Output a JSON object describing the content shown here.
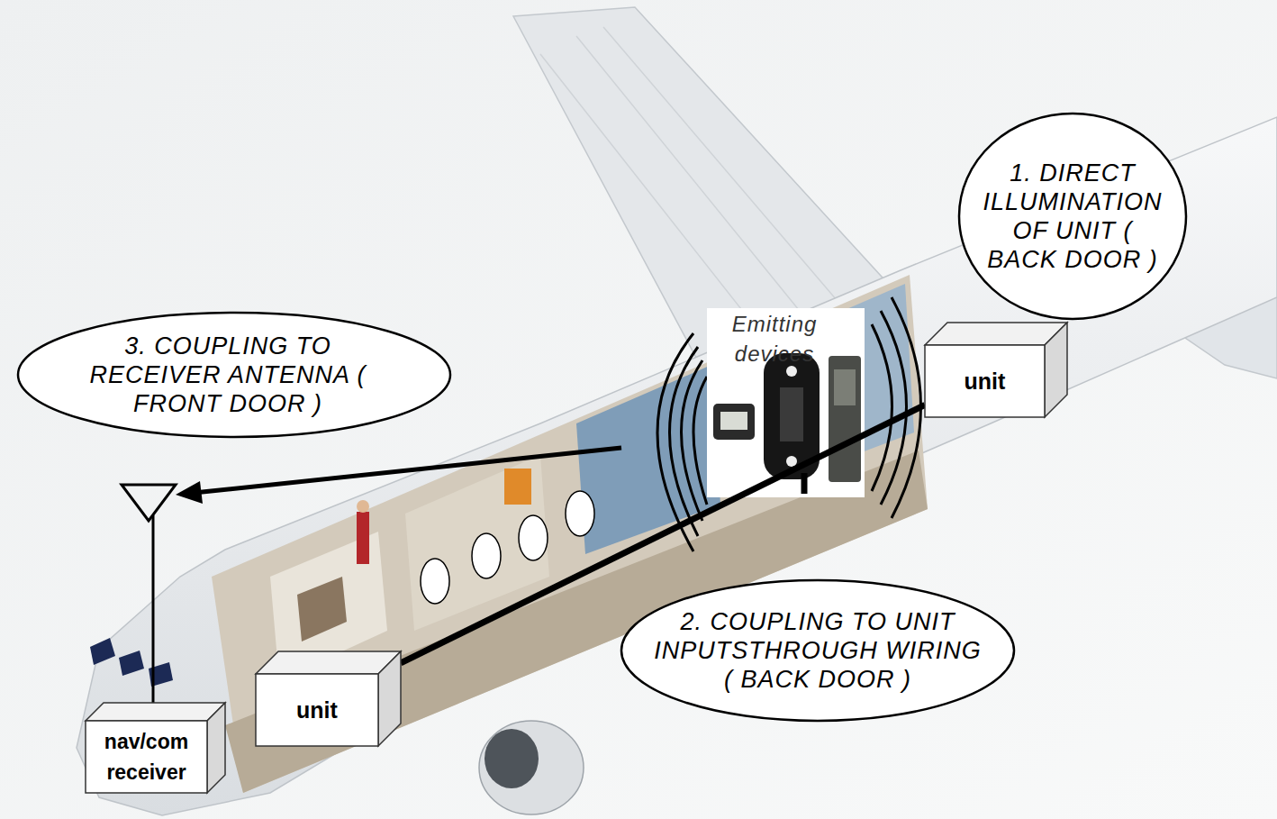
{
  "diagram": {
    "nodes": [
      {
        "text": [
          "1. DIRECT ILLUMINATION OF UNIT ( BACK DOOR )"
        ]
      },
      {
        "text": [
          "Emitting devices"
        ]
      },
      {
        "text": [
          "unit"
        ]
      },
      {
        "text": [
          "3. COUPLING TO RECEIVER ANTENNA ( FRONT DOOR )"
        ]
      },
      {
        "text": [
          "2. COUPLING TO UNIT INPUTSTHROUGH WIRING ( BACK DOOR )"
        ]
      },
      {
        "text": [
          "unit"
        ]
      },
      {
        "text": [
          "nav/com receiver"
        ]
      }
    ],
    "edges": [
      {
        "from": 2,
        "to": 5,
        "arrow": "none"
      }
    ]
  }
}
